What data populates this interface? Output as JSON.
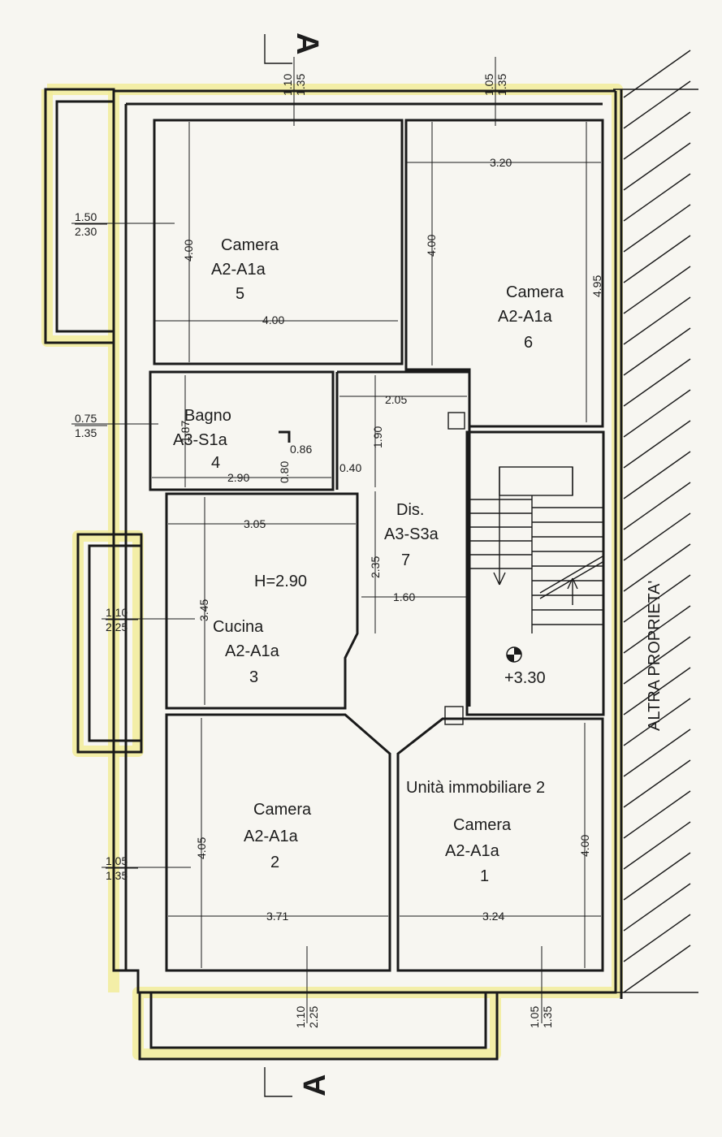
{
  "section_marks": {
    "top": "A",
    "bottom": "A"
  },
  "rooms": {
    "r5": {
      "name": "Camera",
      "code": "A2-A1a",
      "number": "5"
    },
    "r6": {
      "name": "Camera",
      "code": "A2-A1a",
      "number": "6"
    },
    "r4": {
      "name": "Bagno",
      "code": "A3-S1a",
      "number": "4"
    },
    "r7": {
      "name": "Dis.",
      "code": "A3-S3a",
      "number": "7"
    },
    "r3": {
      "name": "Cucina",
      "code": "A2-A1a",
      "number": "3"
    },
    "r2": {
      "name": "Camera",
      "code": "A2-A1a",
      "number": "2"
    },
    "r1": {
      "unit": "Unità immobiliare 2",
      "name": "Camera",
      "code": "A2-A1a",
      "number": "1"
    }
  },
  "height_note": "H=2.90",
  "stair_level": "+3.30",
  "neighbor_label": "ALTRA PROPRIETA'",
  "dimensions": {
    "r5_w": "4.00",
    "r5_h": "4.00",
    "r6_w": "3.20",
    "r6_h1": "4.00",
    "r6_h2": "4.95",
    "r4_w": "2.90",
    "r4_h": "1.87",
    "r4_niche_w": "0.86",
    "r4_niche_h": "0.80",
    "wall_040": "0.40",
    "r7_w1": "2.05",
    "r7_h1": "1.90",
    "r7_w2": "1.60",
    "r7_h2": "2.35",
    "r3_w": "3.05",
    "r3_h": "3.45",
    "r2_w": "3.71",
    "r2_h": "4.05",
    "r1_w": "3.24",
    "r1_h": "4.00"
  },
  "windows": {
    "top_5": {
      "w": "1.10",
      "h": "1.35"
    },
    "top_6": {
      "w": "1.05",
      "h": "1.35"
    },
    "left_5": {
      "w": "1.50",
      "h": "2.30"
    },
    "left_4": {
      "w": "0.75",
      "h": "1.35"
    },
    "left_3": {
      "w": "1.10",
      "h": "2.25"
    },
    "left_2": {
      "w": "1.05",
      "h": "1.35"
    },
    "bottom_2": {
      "w": "1.10",
      "h": "2.25"
    },
    "bottom_1": {
      "w": "1.05",
      "h": "1.35"
    }
  }
}
